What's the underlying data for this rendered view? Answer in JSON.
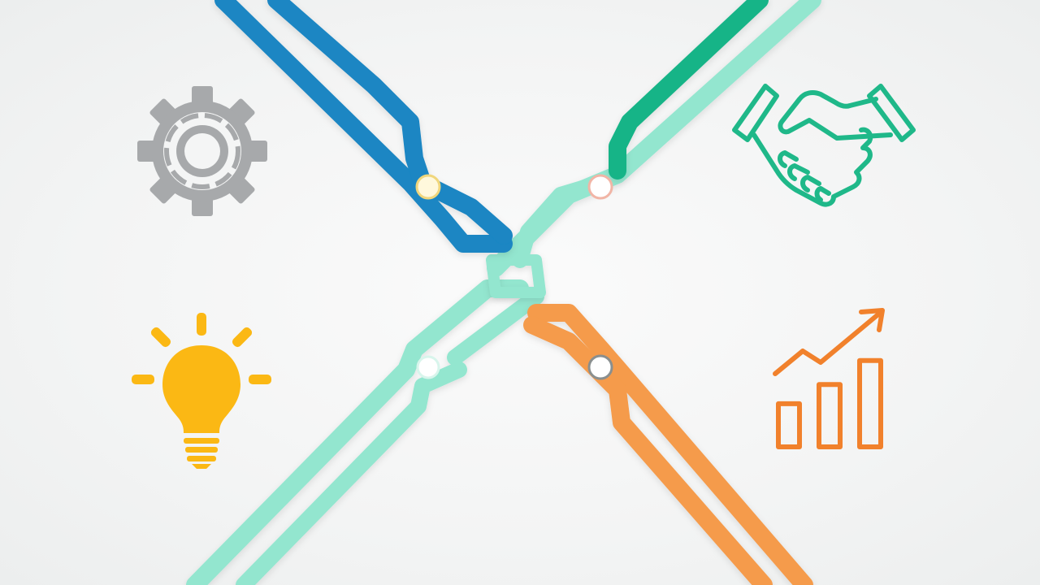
{
  "diagram": {
    "kind": "four-quadrant-infographic",
    "colors": {
      "background": "#f4f5f5",
      "blue_band": "#1a86c3",
      "green_band": "#17b487",
      "mint_band": "#93e6cf",
      "orange_band": "#f59b4b",
      "gear": "#a7a9ab",
      "bulb": "#fbb814",
      "handshake": "#1fb889",
      "growth_chart": "#f1812c"
    },
    "quadrants": [
      {
        "position": "top-left",
        "icon": "gear-icon",
        "color": "#a7a9ab"
      },
      {
        "position": "top-right",
        "icon": "handshake-icon",
        "color": "#1fb889"
      },
      {
        "position": "bottom-left",
        "icon": "lightbulb-icon",
        "color": "#fbb814"
      },
      {
        "position": "bottom-right",
        "icon": "growth-chart-icon",
        "color": "#f1812c"
      }
    ],
    "growth_chart": {
      "bars": [
        0.45,
        0.65,
        0.9
      ]
    }
  }
}
